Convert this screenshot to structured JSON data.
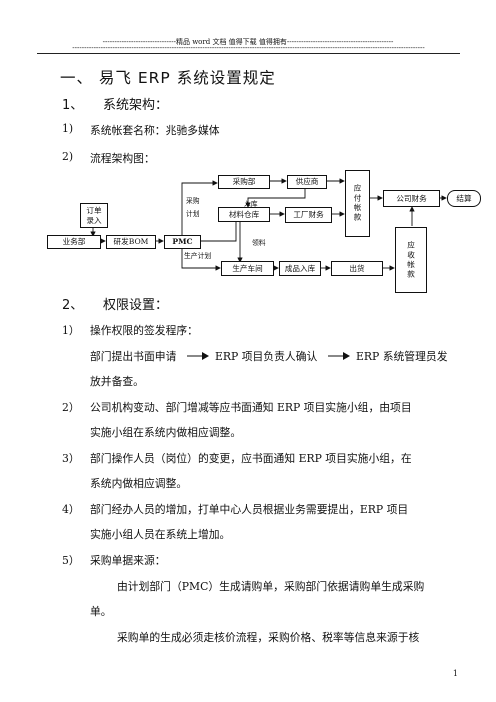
{
  "header": {
    "line1": "-------------------------------精品 word 文档  值得下载  值得拥有---------------------------------------------",
    "line2": "-----------------------------------------------------------------------------------------------------------------------------------------------------"
  },
  "section1": {
    "title": "一、 易飞 ERP 系统设置规定"
  },
  "sub1": {
    "num": "1、",
    "title": "系统架构："
  },
  "item1": {
    "num": "1)",
    "text": "系统帐套名称：兆驰多媒体"
  },
  "item2": {
    "num": "2)",
    "text": "流程架构图："
  },
  "diagram": {
    "nodes": {
      "order": "订单\n录入",
      "business": "业务部",
      "bom": "研发BOM",
      "pmc": "PMC",
      "purchase_dept": "采购部",
      "supplier": "供应商",
      "material_wh": "材料仓库",
      "factory_finance": "工厂财务",
      "payable": "应付帐款",
      "company_finance": "公司财务",
      "settlement": "结算",
      "production": "生产车间",
      "finished_in": "成品入库",
      "shipment": "出货",
      "receivable": "应收帐款"
    },
    "labels": {
      "purchase_plan": "采购\n计划",
      "inbound": "入库",
      "requisition": "领料",
      "production_plan": "生产计划"
    }
  },
  "sub2": {
    "num": "2、",
    "title": "权限设置："
  },
  "perm1": {
    "num": "1）",
    "text": "操作权限的签发程序："
  },
  "flow": {
    "step1": "部门提出书面申请",
    "step2": "ERP  项目负责人确认",
    "step3": "ERP  系统管理员发",
    "cont": "放并备查。"
  },
  "perm2": {
    "num": "2）",
    "line1": "公司机构变动、部门增减等应书面通知 ERP 项目实施小组，由项目",
    "line2": "实施小组在系统内做相应调整。"
  },
  "perm3": {
    "num": "3）",
    "line1": "部门操作人员（岗位）的变更，应书面通知 ERP 项目实施小组，在",
    "line2": "系统内做相应调整。"
  },
  "perm4": {
    "num": "4）",
    "line1": "部门经办人员的增加，打单中心人员根据业务需要提出，ERP  项目",
    "line2": "实施小组人员在系统上增加。"
  },
  "perm5": {
    "num": "5）",
    "text": "采购单据来源："
  },
  "para1": {
    "line1": "由计划部门（PMC）生成请购单，采购部门依据请购单生成采购",
    "line2": "单。"
  },
  "para2": {
    "line1": "采购单的生成必须走核价流程，采购价格、税率等信息来源于核"
  },
  "page_number": "1"
}
